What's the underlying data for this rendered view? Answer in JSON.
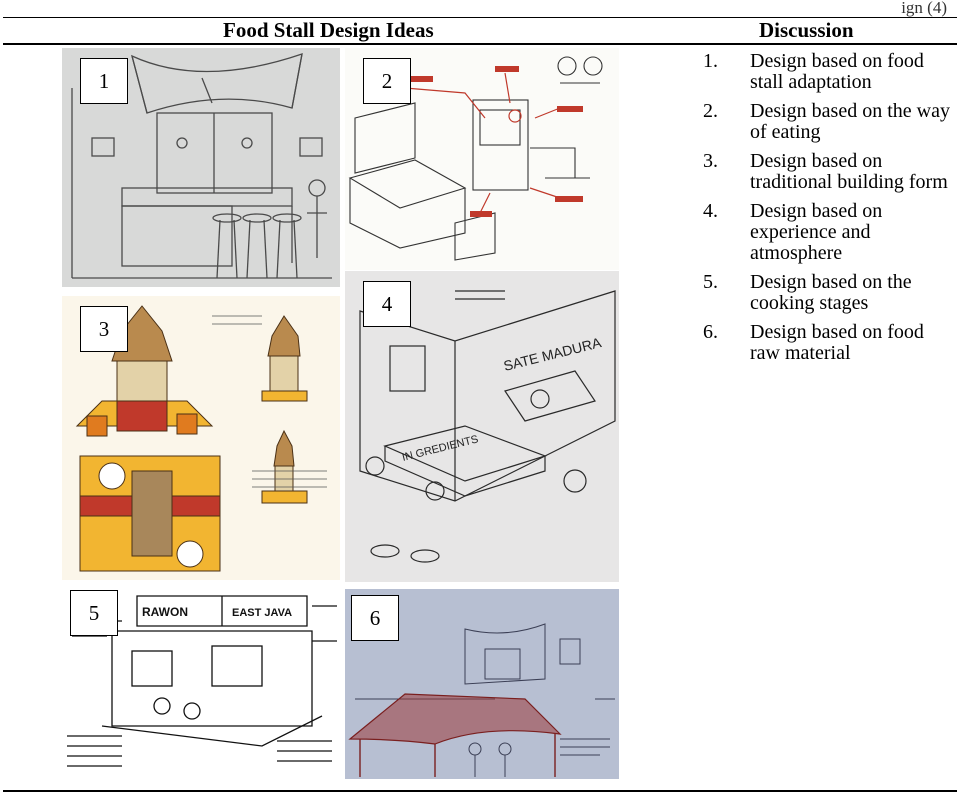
{
  "header": {
    "caption_fragment": "ign (4)",
    "col_left": "Food Stall Design Ideas",
    "col_right": "Discussion"
  },
  "panels": [
    {
      "number": "1"
    },
    {
      "number": "2"
    },
    {
      "number": "3"
    },
    {
      "number": "4",
      "sketch_text": "SATE MADURA",
      "sketch_text_2": "IN GREDIENTS"
    },
    {
      "number": "5",
      "sketch_text": "RAWON",
      "sketch_text_2": "EAST JAVA"
    },
    {
      "number": "6"
    }
  ],
  "discussion": [
    {
      "n": "1.",
      "text": "Design based on food stall adaptation"
    },
    {
      "n": "2.",
      "text": "Design based on the way of eating"
    },
    {
      "n": "3.",
      "text": "Design based on traditional building form"
    },
    {
      "n": "4.",
      "text": "Design based on experience and atmosphere"
    },
    {
      "n": "5.",
      "text": "Design based on the cooking stages"
    },
    {
      "n": "6.",
      "text": "Design based on food raw material"
    }
  ],
  "colors": {
    "sketch_red": "#c0392b",
    "sketch_yellow": "#f2b531",
    "ink": "#222222"
  }
}
